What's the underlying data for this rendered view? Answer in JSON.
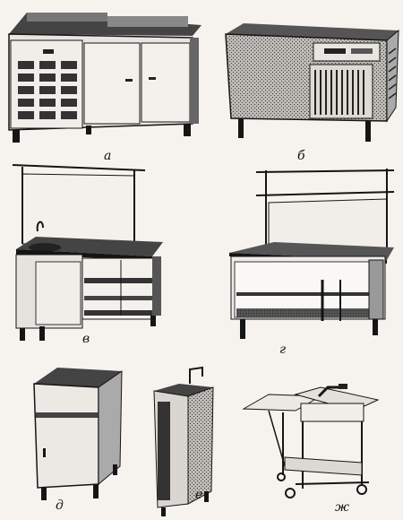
{
  "captions": {
    "a": "а",
    "b": "б",
    "v": "в",
    "g": "г",
    "d": "д",
    "e": "е",
    "zh": "ж"
  },
  "colors": {
    "paper": "#f6f3ee",
    "ink": "#151515",
    "shade": "#555555",
    "light": "#d9d6d1"
  }
}
